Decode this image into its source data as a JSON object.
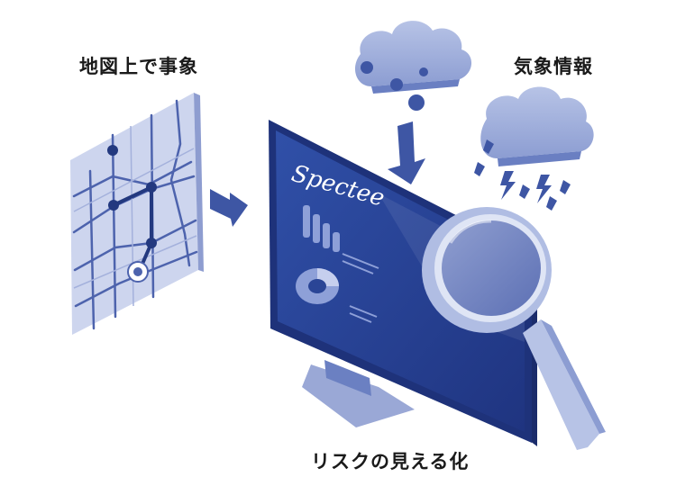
{
  "labels": {
    "map_events": "地図上で事象",
    "weather_info": "気象情報",
    "risk_visualization": "リスクの見える化"
  },
  "monitor": {
    "brand": "Spectee"
  },
  "colors": {
    "primary_blue": "#2f4a9a",
    "mid_blue": "#5a72b8",
    "light_blue": "#a9b6dd",
    "pale_blue": "#d6ddf0",
    "screen_blue": "#263f8f"
  },
  "icons": [
    "map-icon",
    "cloud-icon",
    "storm-cloud-icon",
    "monitor-icon",
    "magnifier-icon",
    "arrow-right-icon",
    "arrow-down-icon"
  ]
}
